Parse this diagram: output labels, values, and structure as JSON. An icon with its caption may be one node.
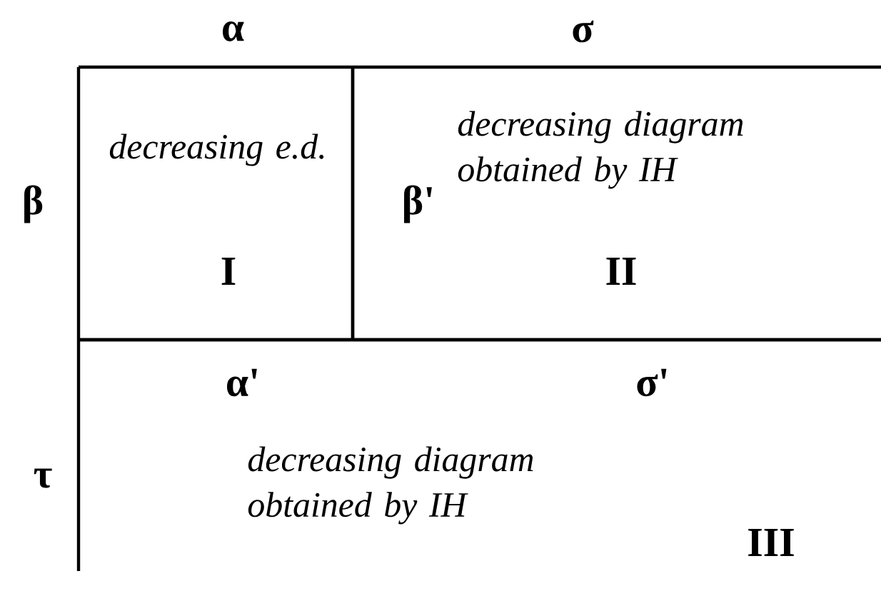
{
  "diagram": {
    "nodes": [
      {
        "text": [
          "decreasing e.d.",
          "I"
        ]
      },
      {
        "text": [
          "decreasing diagram obtained by IH",
          "II"
        ]
      },
      {
        "text": [
          "decreasing diagram obtained by IH",
          "III"
        ]
      }
    ],
    "labels": [
      "α",
      "σ",
      "β",
      "β'",
      "α'",
      "σ'",
      "τ"
    ]
  }
}
